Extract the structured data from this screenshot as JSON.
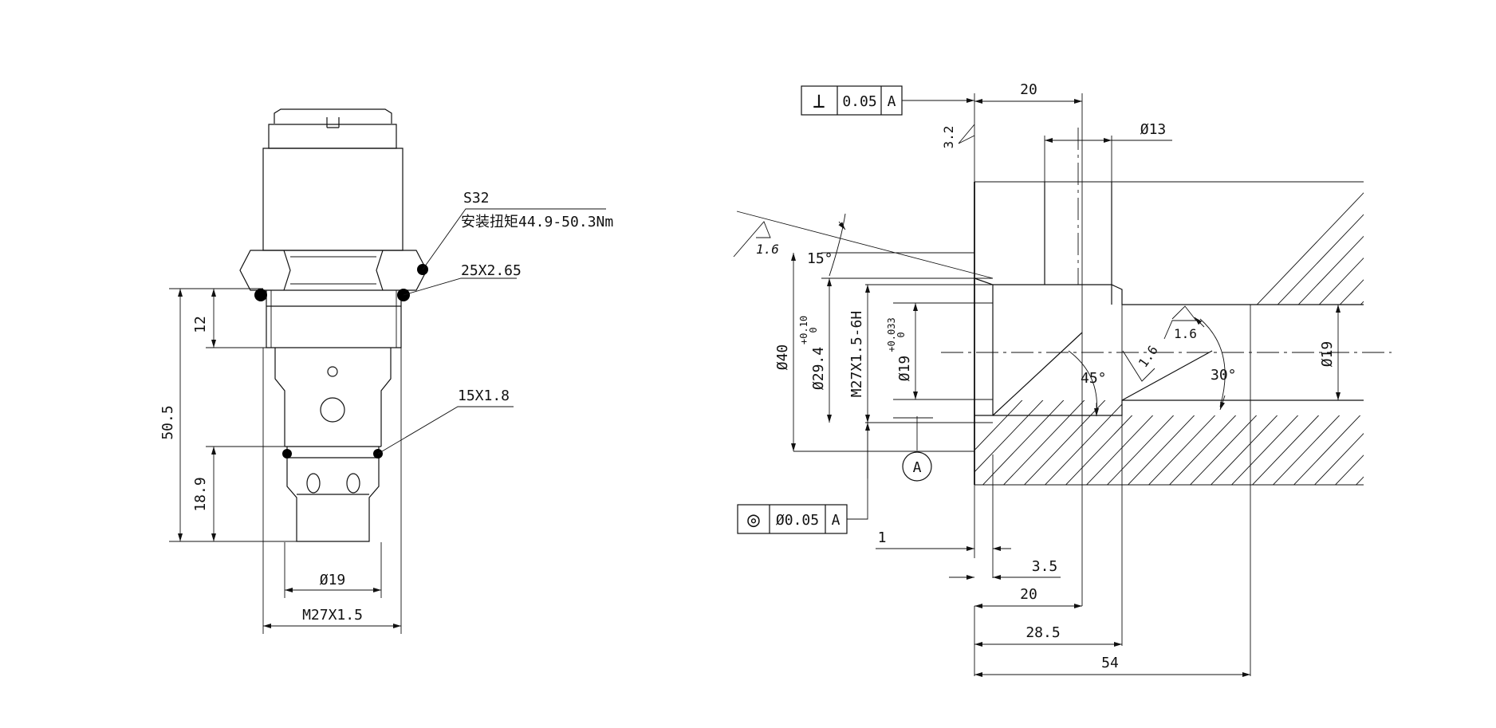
{
  "left_view": {
    "hex_size_label": "S32",
    "torque_label": "安装扭矩44.9-50.3Nm",
    "oring_upper_label": "25X2.65",
    "oring_lower_label": "15X1.8",
    "dim_thread_length": "12",
    "dim_total_length": "50.5",
    "dim_lower_length": "18.9",
    "dim_diameter": "Ø19",
    "dim_thread": "M27X1.5"
  },
  "right_view": {
    "perpendicularity": {
      "symbol": "⊥",
      "value": "0.05",
      "datum": "A"
    },
    "concentricity": {
      "symbol": "◎",
      "value": "Ø0.05",
      "datum": "A"
    },
    "datum_label": "A",
    "dim_depth_20_top": "20",
    "dim_hole_13": "Ø13",
    "roughness_32": "3.2",
    "roughness_16_left": "1.6",
    "roughness_16_a": "1.6",
    "roughness_16_b": "1.6",
    "angle_15": "15°",
    "angle_45": "45°",
    "angle_30": "30°",
    "dim_dia_40": "Ø40",
    "dim_dia_294": "Ø29.4",
    "tol_294_upper": "+0.10",
    "tol_294_lower": "0",
    "dim_thread": "M27X1.5-6H",
    "dim_dia_19_inner": "Ø19",
    "tol_19_upper": "+0.033",
    "tol_19_lower": "0",
    "dim_dia_19_right": "Ø19",
    "dim_1": "1",
    "dim_35": "3.5",
    "dim_20_bottom": "20",
    "dim_285": "28.5",
    "dim_54": "54"
  }
}
